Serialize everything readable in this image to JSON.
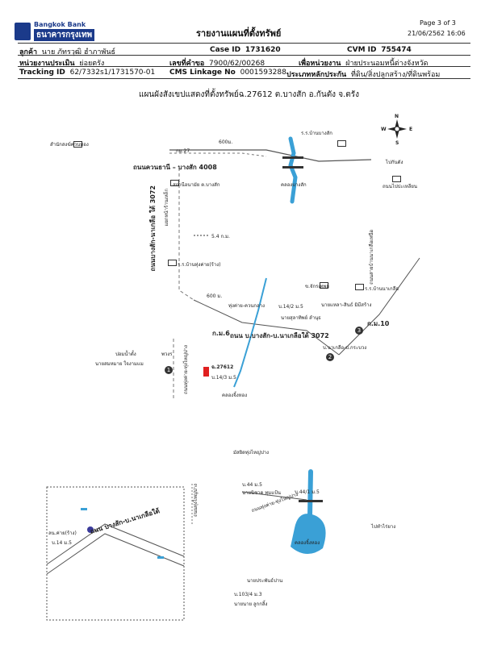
{
  "header": {
    "bank_en": "Bangkok Bank",
    "bank_th": "ธนาคารกรุงเทพ",
    "title": "รายงานแผนที่ตั้งทรัพย์",
    "page": "Page 3 of 3",
    "date": "21/06/2562 16:06",
    "customer_label": "ลูกค้า",
    "customer_value": "นาย ภัทรวุฒิ ฮำภาพันธ์",
    "case_label": "Case ID",
    "case_value": "1731620",
    "cvm_label": "CVM ID",
    "cvm_value": "755474",
    "unit_label": "หน่วยงานประเมิน",
    "unit_value": "ย่อยตรัง",
    "req_label": "เลขที่คำขอ",
    "req_value": "7900/62/00268",
    "for_unit_label": "เพื่อหน่วยงาน",
    "for_unit_value": "ฝ่ายประนอมหนี้ต่างจังหวัด",
    "tracking_label": "Tracking ID",
    "tracking_value": "62/7332s1/1731570-01",
    "cms_label": "CMS Linkage No",
    "cms_value": "0001593288",
    "collateral_label": "ประเภทหลักประกัน",
    "collateral_value": "ที่ดิน/สิ่งปลูกสร้าง/ที่ดินพร้อม"
  },
  "subtitle": "แผนผังสังเขปแสดงที่ตั้งทรัพย์ฉ.27612 ต.บางสัก อ.กันตัง จ.ตรัง",
  "map": {
    "compass": {
      "n": "N",
      "w": "W",
      "e": "E",
      "s": "S"
    },
    "labels": {
      "l1": "สำนักสงฆ์ควนทอง",
      "l2": "ร.ร.บ้านบางสัก",
      "l3": "ไปกันตัง",
      "l4": "กม.27",
      "l5": "600ม.",
      "road1": "ถนนควนธานี – บางสัก 4008",
      "l6": "สถานีอนามัย ต.บางสัก",
      "l7": "คลองบางสัก",
      "l8": "ถนนไปปะเหลียน",
      "road2": "ถนนบางสัก-นาเกลือ ใต้ 3072",
      "l9": "แยกหน้าร้านเหล็ก",
      "l10": "5.4 ก.ม.",
      "l11": "ร.ร.บ้านทุ่งค่าย(ร้าง)",
      "l12": "ถนนสายบ้านนาเกลือเหนือ",
      "l13": "ร.ร.บ้านนาเกลือ",
      "l14": "ข.จักรเทพย์",
      "l15": "นายแหลา-สินธ์ มิมีสร้าง",
      "l16": "600 ม.",
      "l17": "ทุ่งค่าย-ควนกลาง",
      "l18": "บ.14/2 ม.5",
      "l19": "นายสุลาทิพย์ ลำนุธ",
      "l20": "ก.ม.10",
      "l21": "ก.ม.6",
      "road3": "ถนน บ.บางสัก-บ.นาเกลือใต้ 3072",
      "l22": "บ.นาเกลือ-บ.กระบวง",
      "l23": "ปอมน้ำตั้ง",
      "l24": "พวงร",
      "l25": "นายสมหมาย ใจงามแม",
      "l26": "ถนนทุ่งค่าย-ทุ่งไหญ่ปาง",
      "l27": "ฉ.27612",
      "l28": "บ.14/3 ม.5",
      "l29": "คลองจิ้งหอง",
      "l30": "มัสยิดทุ่งไหญ่ปาง",
      "road4": "ถนน บางสัก-บ.นาเกลือใต้",
      "l31": "ลน.ค่าย(ร้าง)",
      "l32": "บ.14 ม.5",
      "l33": "ถนนทุ่งไหญ่ปาง",
      "l34": "บ.44 ม.5",
      "l35": "นายนิชาด ทุมแป้น",
      "l36": "บ.44/1 ม.5",
      "l37": "ถนนทุ่งค่าย-ทุ่งไหญ่ปาง",
      "l38": "ไปทำไร่ยาง",
      "l39": "คลองจิ้งหอง",
      "l40": "นายประพันธ์ปาน",
      "l41": "บ.103/4 ม.3",
      "l42": "นายนาย ลูกกลิ้ง"
    },
    "markers": [
      "1",
      "2",
      "3"
    ],
    "colors": {
      "water": "#3aa0d6",
      "property": "#e02020",
      "road": "#555555"
    }
  }
}
